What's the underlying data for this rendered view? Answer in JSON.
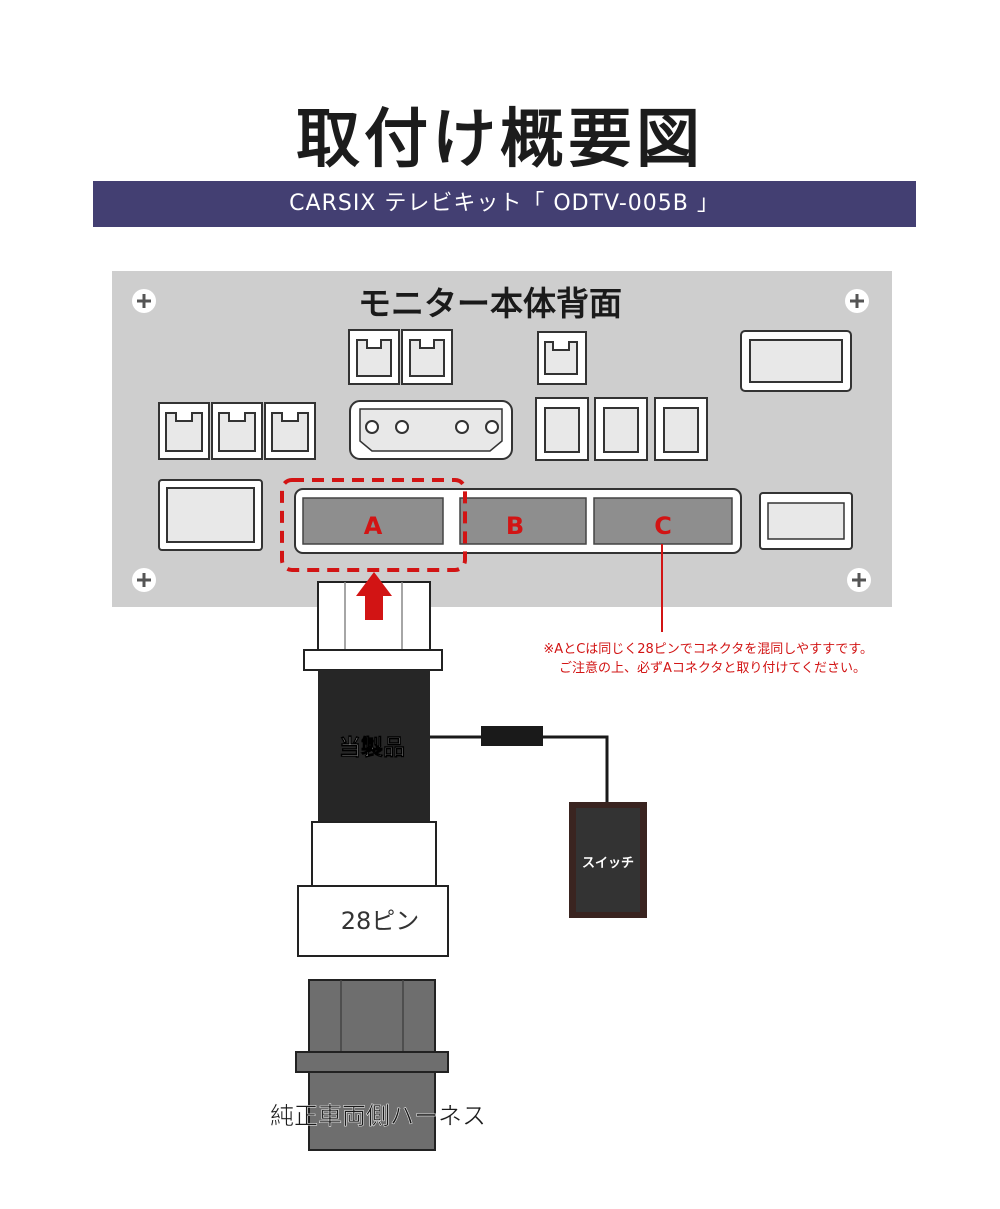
{
  "title": "取付け概要図",
  "product_banner": "CARSIX テレビキット「 ODTV-005B 」",
  "monitor_label": "モニター本体背面",
  "connectors": {
    "a": "A",
    "b": "B",
    "c": "C"
  },
  "warning_line1": "※AとCは同じく28ピンでコネクタを混同しやすすです。",
  "warning_line2": "ご注意の上、必ずAコネクタと取り付けてください。",
  "product_label": "当製品",
  "switch_label": "スイッチ",
  "pin_label": "28ピン",
  "harness_label": "純正車両側ハーネス",
  "colors": {
    "banner": "#433f72",
    "panel": "#cecece",
    "highlight": "#d21414",
    "connector_fill": "#8e8e8e",
    "cable": "#262626"
  }
}
